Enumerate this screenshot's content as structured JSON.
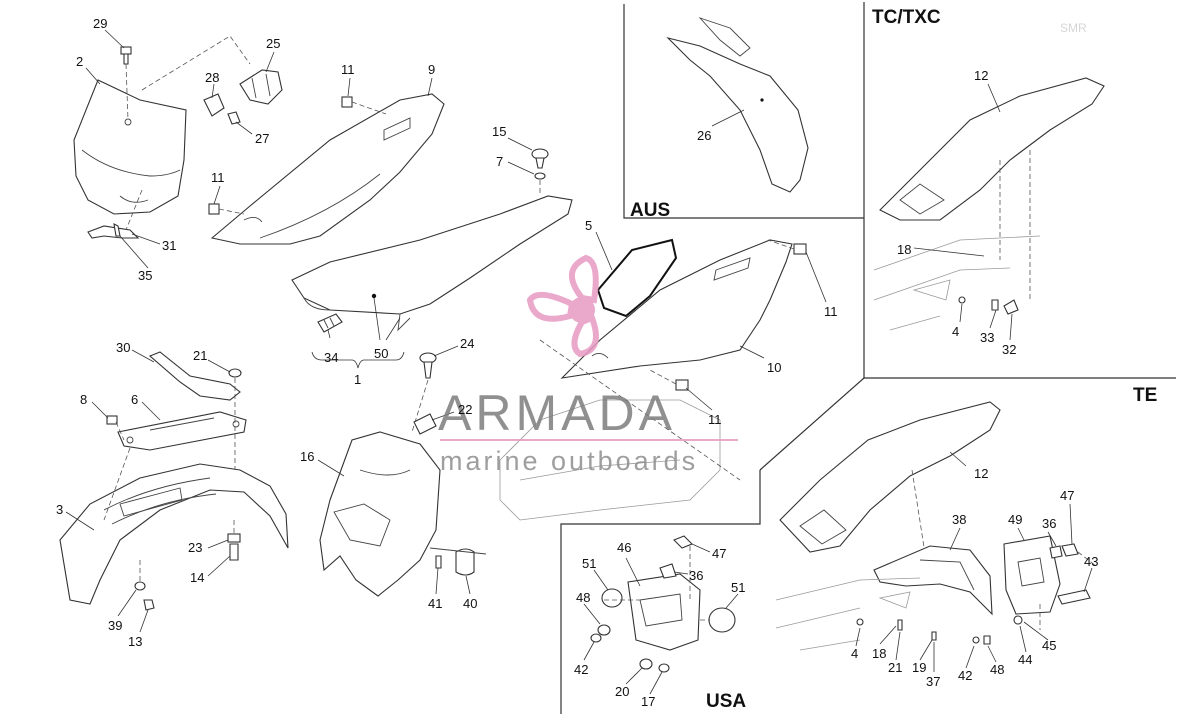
{
  "regions": {
    "aus": "AUS",
    "tc_txc": "TC/TXC",
    "te": "TE",
    "usa": "USA",
    "corner_code": "SMR"
  },
  "watermark": {
    "brand": "ARMADA",
    "tagline": "marine outboards",
    "accent_color": "#e79ac3",
    "text_color": "#7d7d7d"
  },
  "labels": {
    "l29": "29",
    "l2": "2",
    "l25": "25",
    "l28": "28",
    "l27": "27",
    "l31": "31",
    "l35": "35",
    "l11a": "11",
    "l9": "9",
    "l11b": "11",
    "l15": "15",
    "l7": "7",
    "l34": "34",
    "l50": "50",
    "l1": "1",
    "l5": "5",
    "l11c": "11",
    "l10": "10",
    "l11d": "11",
    "l26": "26",
    "l12a": "12",
    "l18a": "18",
    "l4a": "4",
    "l33": "33",
    "l32": "32",
    "l30": "30",
    "l21a": "21",
    "l8": "8",
    "l6": "6",
    "l3": "3",
    "l23": "23",
    "l14": "14",
    "l39": "39",
    "l13": "13",
    "l24": "24",
    "l22": "22",
    "l16": "16",
    "l41": "41",
    "l40": "40",
    "l46": "46",
    "l47a": "47",
    "l51a": "51",
    "l36a": "36",
    "l48a": "48",
    "l51b": "51",
    "l42a": "42",
    "l20": "20",
    "l17": "17",
    "l12b": "12",
    "l38": "38",
    "l49": "49",
    "l36b": "36",
    "l47b": "47",
    "l43": "43",
    "l45": "45",
    "l44": "44",
    "l48b": "48",
    "l42b": "42",
    "l37": "37",
    "l19": "19",
    "l21b": "21",
    "l18b": "18",
    "l4b": "4"
  }
}
